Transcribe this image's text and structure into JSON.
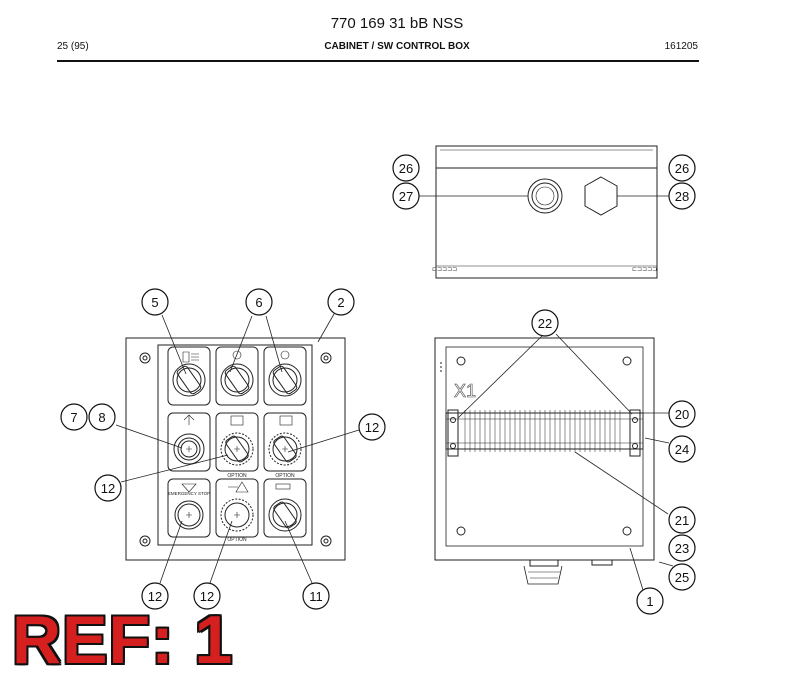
{
  "header": {
    "doc_title": "770 169 31 bB NSS",
    "page": "25 (95)",
    "section": "CABINET / SW CONTROL BOX",
    "date": "161205"
  },
  "callouts": [
    "1",
    "2",
    "5",
    "6",
    "7",
    "8",
    "11",
    "12",
    "12",
    "12",
    "12",
    "20",
    "21",
    "22",
    "23",
    "24",
    "25",
    "26",
    "26",
    "27",
    "28"
  ],
  "panel": {
    "emergency_stop_label": "EMERGENCY STOP",
    "option_label": "OPTION"
  },
  "terminal_block_label": "X1",
  "ref_label": "REF: 1"
}
